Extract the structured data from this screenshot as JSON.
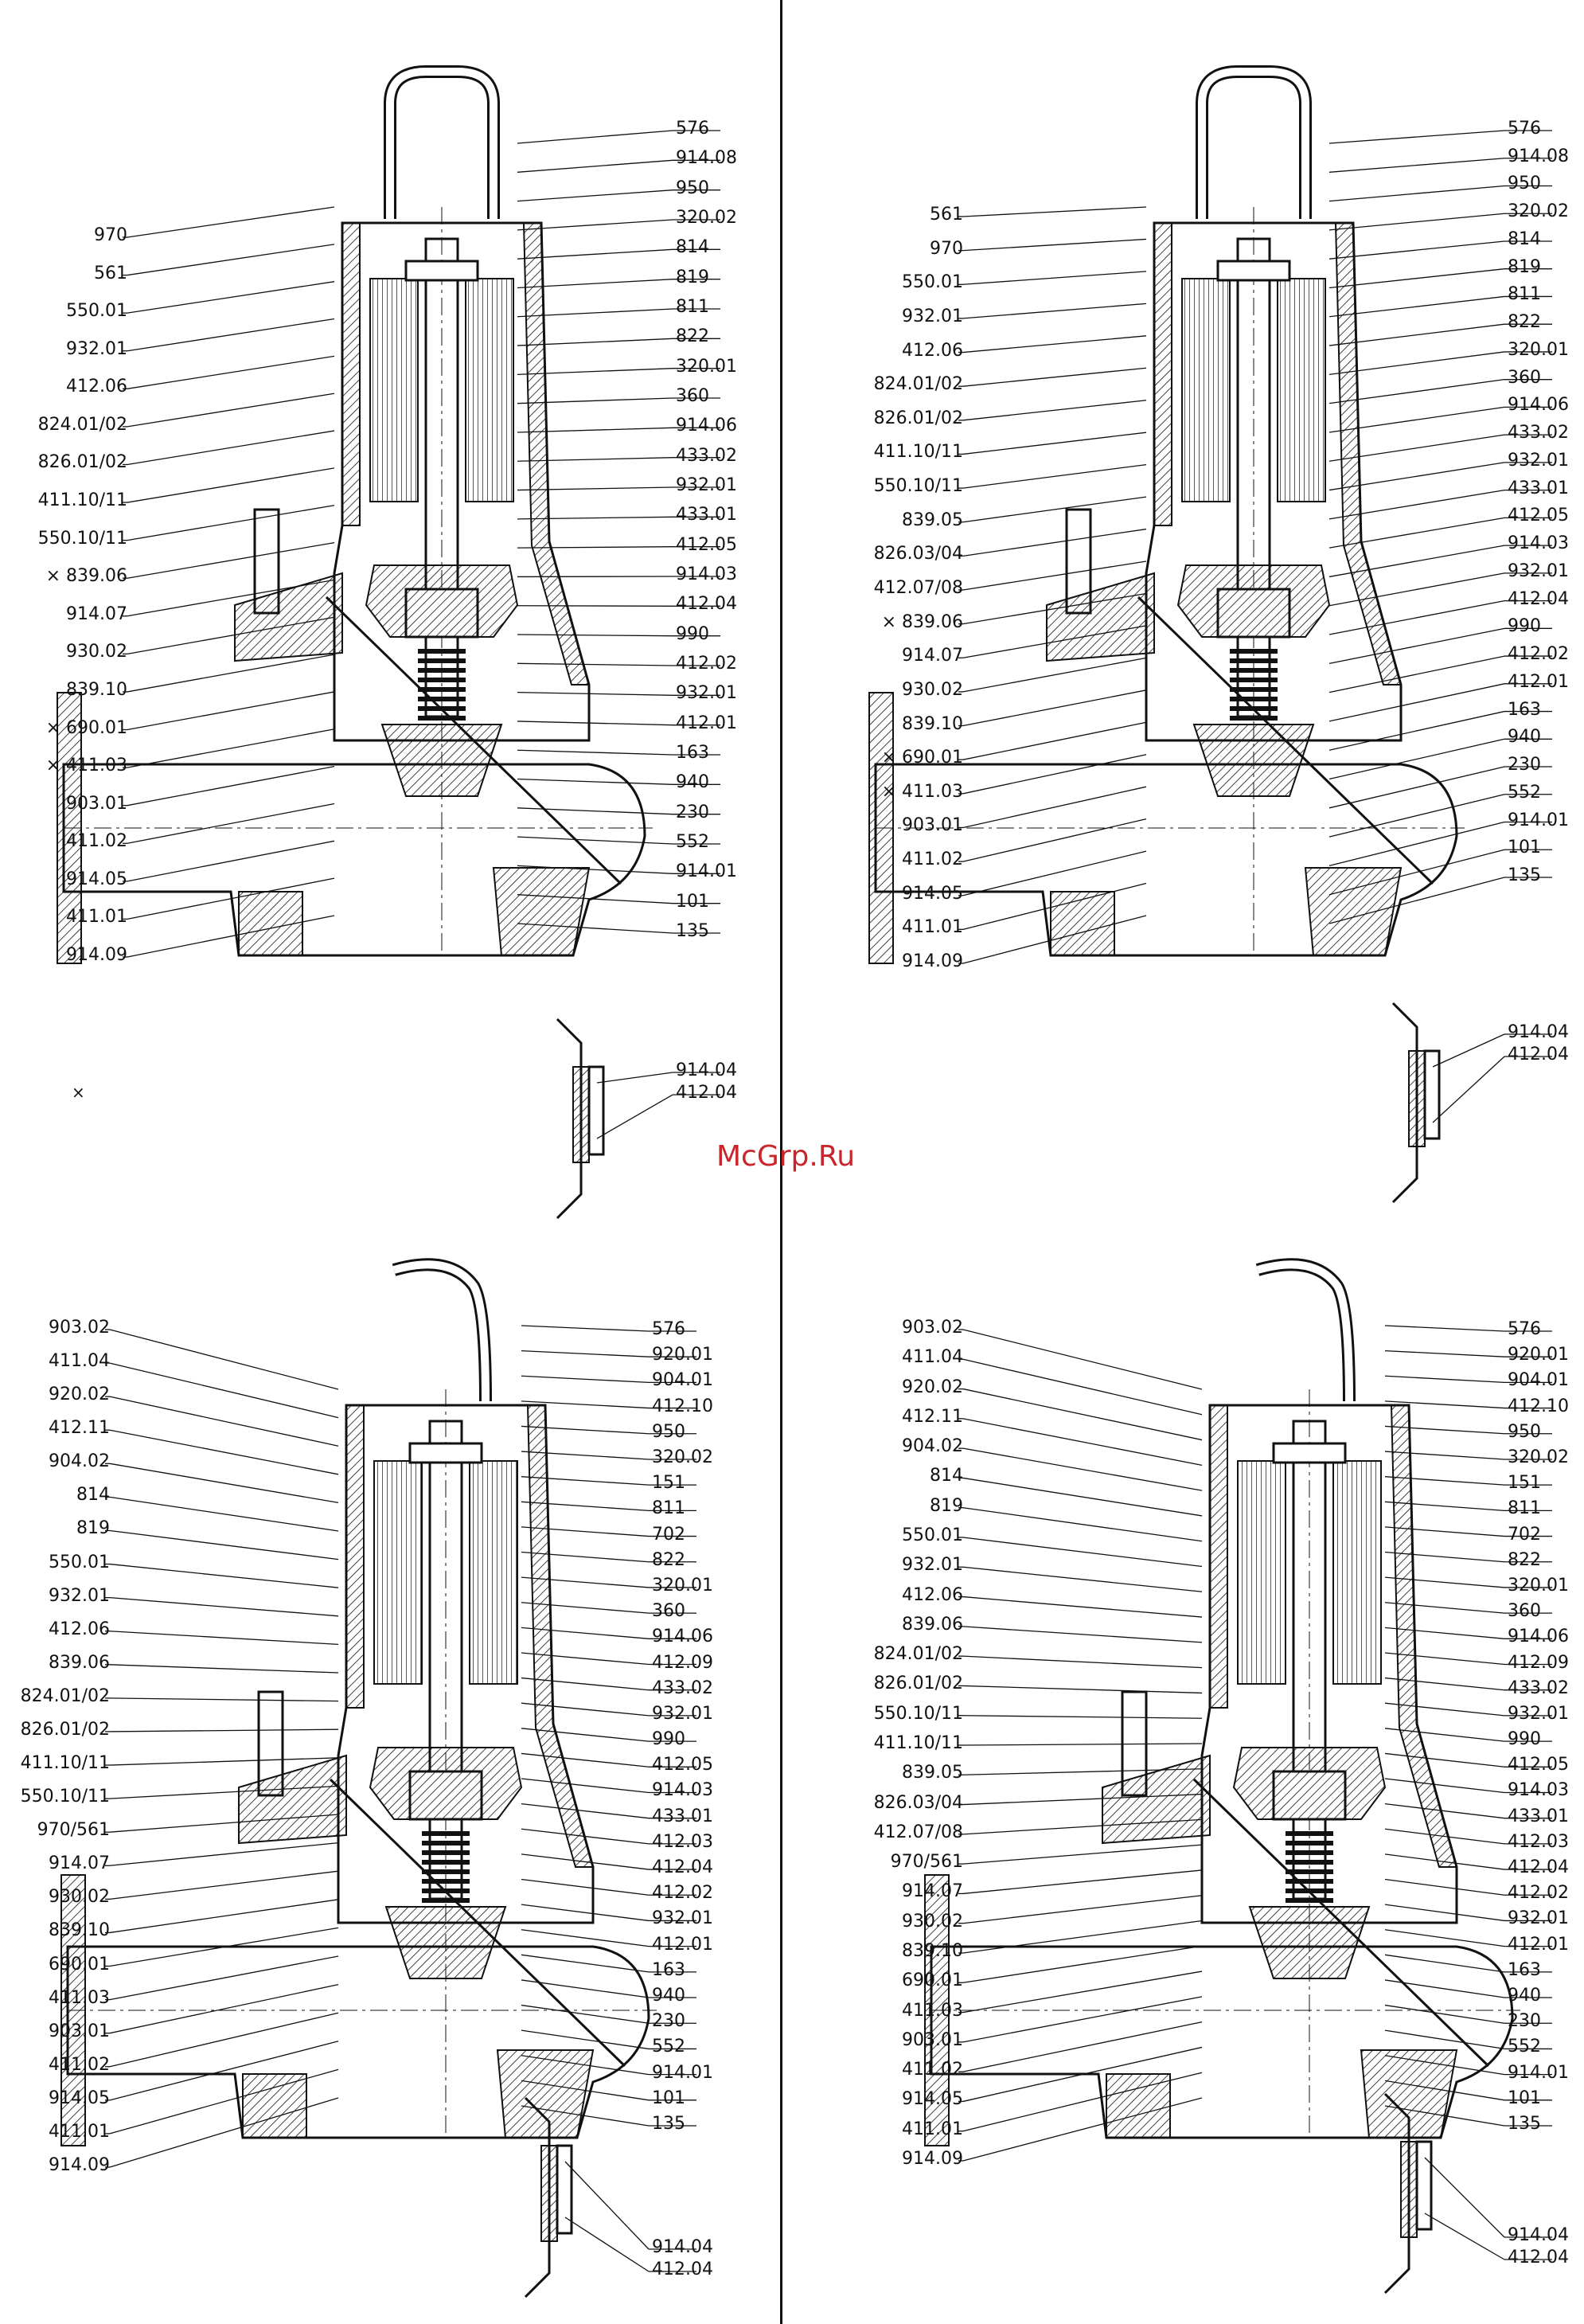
{
  "watermark": "McGrp.Ru",
  "stray_mark": "×",
  "views": [
    {
      "id": "top-left",
      "right_labels": [
        "576",
        "914.08",
        "950",
        "320.02",
        "814",
        "819",
        "811",
        "822",
        "320.01",
        "360",
        "914.06",
        "433.02",
        "932.01",
        "433.01",
        "412.05",
        "914.03",
        "412.04",
        "990",
        "412.02",
        "932.01",
        "412.01",
        "163",
        "940",
        "230",
        "552",
        "914.01",
        "101",
        "135"
      ],
      "left_labels": [
        "970",
        "561",
        "550.01",
        "932.01",
        "412.06",
        "824.01/02",
        "826.01/02",
        "411.10/11",
        "550.10/11",
        "× 839.06",
        "914.07",
        "930.02",
        "839.10",
        "× 690.01",
        "× 411.03",
        "903.01",
        "411.02",
        "914.05",
        "411.01",
        "914.09"
      ],
      "detail_labels": [
        "914.04",
        "412.04"
      ]
    },
    {
      "id": "top-right",
      "right_labels": [
        "576",
        "914.08",
        "950",
        "320.02",
        "814",
        "819",
        "811",
        "822",
        "320.01",
        "360",
        "914.06",
        "433.02",
        "932.01",
        "433.01",
        "412.05",
        "914.03",
        "932.01",
        "412.04",
        "990",
        "412.02",
        "412.01",
        "163",
        "940",
        "230",
        "552",
        "914.01",
        "101",
        "135"
      ],
      "left_labels": [
        "561",
        "970",
        "550.01",
        "932.01",
        "412.06",
        "824.01/02",
        "826.01/02",
        "411.10/11",
        "550.10/11",
        "839.05",
        "826.03/04",
        "412.07/08",
        "× 839.06",
        "914.07",
        "930.02",
        "839.10",
        "× 690.01",
        "× 411.03",
        "903.01",
        "411.02",
        "914.05",
        "411.01",
        "914.09"
      ],
      "detail_labels": [
        "914.04",
        "412.04"
      ]
    },
    {
      "id": "bottom-left",
      "right_labels": [
        "576",
        "920.01",
        "904.01",
        "412.10",
        "950",
        "320.02",
        "151",
        "811",
        "702",
        "822",
        "320.01",
        "360",
        "914.06",
        "412.09",
        "433.02",
        "932.01",
        "990",
        "412.05",
        "914.03",
        "433.01",
        "412.03",
        "412.04",
        "412.02",
        "932.01",
        "412.01",
        "163",
        "940",
        "230",
        "552",
        "914.01",
        "101",
        "135"
      ],
      "left_labels": [
        "903.02",
        "411.04",
        "920.02",
        "412.11",
        "904.02",
        "814",
        "819",
        "550.01",
        "932.01",
        "412.06",
        "839.06",
        "824.01/02",
        "826.01/02",
        "411.10/11",
        "550.10/11",
        "970/561",
        "914.07",
        "930.02",
        "839.10",
        "690.01",
        "411.03",
        "903.01",
        "411.02",
        "914.05",
        "411.01",
        "914.09"
      ],
      "detail_labels": [
        "914.04",
        "412.04"
      ]
    },
    {
      "id": "bottom-right",
      "right_labels": [
        "576",
        "920.01",
        "904.01",
        "412.10",
        "950",
        "320.02",
        "151",
        "811",
        "702",
        "822",
        "320.01",
        "360",
        "914.06",
        "412.09",
        "433.02",
        "932.01",
        "990",
        "412.05",
        "914.03",
        "433.01",
        "412.03",
        "412.04",
        "412.02",
        "932.01",
        "412.01",
        "163",
        "940",
        "230",
        "552",
        "914.01",
        "101",
        "135"
      ],
      "left_labels": [
        "903.02",
        "411.04",
        "920.02",
        "412.11",
        "904.02",
        "814",
        "819",
        "550.01",
        "932.01",
        "412.06",
        "839.06",
        "824.01/02",
        "826.01/02",
        "550.10/11",
        "411.10/11",
        "839.05",
        "826.03/04",
        "412.07/08",
        "970/561",
        "914.07",
        "930.02",
        "839.10",
        "690.01",
        "411.03",
        "903.01",
        "411.02",
        "914.05",
        "411.01",
        "914.09"
      ],
      "detail_labels": [
        "914.04",
        "412.04"
      ]
    }
  ]
}
